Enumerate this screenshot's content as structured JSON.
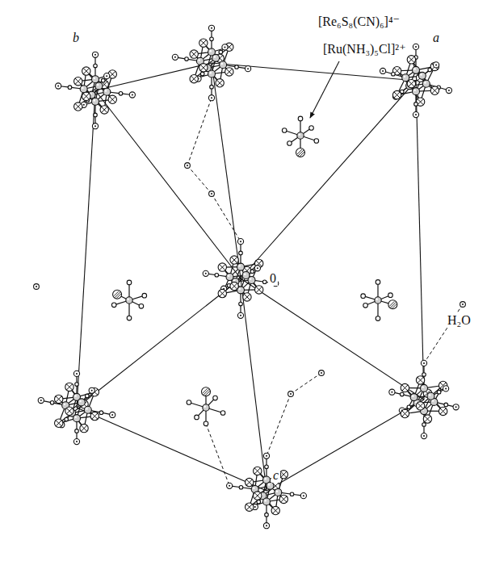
{
  "diagram": {
    "labels": [
      "[Re₆S₈(CN)₆]⁴⁻",
      "[Ru(NH₃)₅Cl]²⁺",
      "b",
      "a",
      "0",
      "H₂O",
      "c"
    ]
  }
}
